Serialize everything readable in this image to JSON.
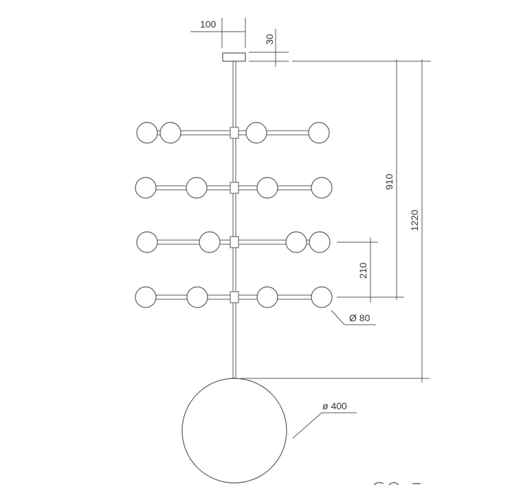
{
  "colors": {
    "line": "#555555",
    "text": "#333333",
    "background": "#ffffff"
  },
  "dimensions": {
    "canopy_width": "100",
    "canopy_height": "30",
    "arm_section_height": "910",
    "total_height": "1220",
    "arm_spacing": "210",
    "small_globe_diameter": "Ø 80",
    "large_globe_diameter": "ø 400"
  }
}
